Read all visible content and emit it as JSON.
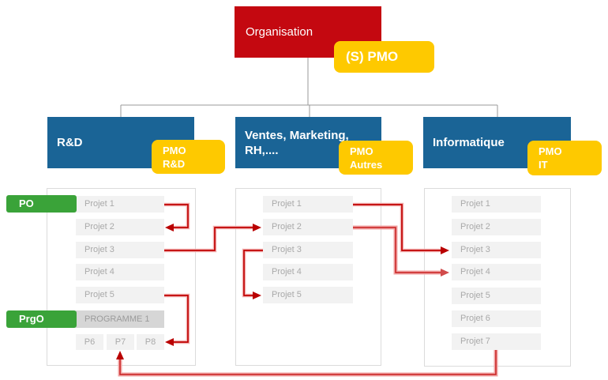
{
  "org_chart": {
    "root_label": "Organisation",
    "spmo_label": "(S) PMO",
    "departments": [
      {
        "name": "R&D",
        "pmo_line1": "PMO",
        "pmo_line2": "R&D"
      },
      {
        "name": "Ventes, Marketing, RH,....",
        "pmo_line1": "PMO",
        "pmo_line2": "Autres"
      },
      {
        "name": "Informatique",
        "pmo_line1": "PMO",
        "pmo_line2": "IT"
      }
    ]
  },
  "roles": {
    "po": "PO",
    "prgo": "PrgO"
  },
  "columns": [
    {
      "projects": [
        "Projet 1",
        "Projet 2",
        "Projet 3",
        "Projet 4",
        "Projet 5"
      ],
      "programme": "PROGRAMME 1",
      "subprojects": [
        "P6",
        "P7",
        "P8"
      ]
    },
    {
      "projects": [
        "Projet 1",
        "Projet 2",
        "Projet 3",
        "Projet 4",
        "Projet 5"
      ]
    },
    {
      "projects": [
        "Projet 1",
        "Projet 2",
        "Projet 3",
        "Projet 4",
        "Projet 5",
        "Projet 6",
        "Projet 7"
      ]
    }
  ],
  "colors": {
    "root_red": "#c40810",
    "pmo_yellow": "#fec900",
    "department_blue": "#1a6496",
    "role_green": "#3aa339",
    "arrow_red": "#c00000",
    "bar_gray": "#f2f2f2",
    "programme_gray": "#d6d6d6"
  }
}
